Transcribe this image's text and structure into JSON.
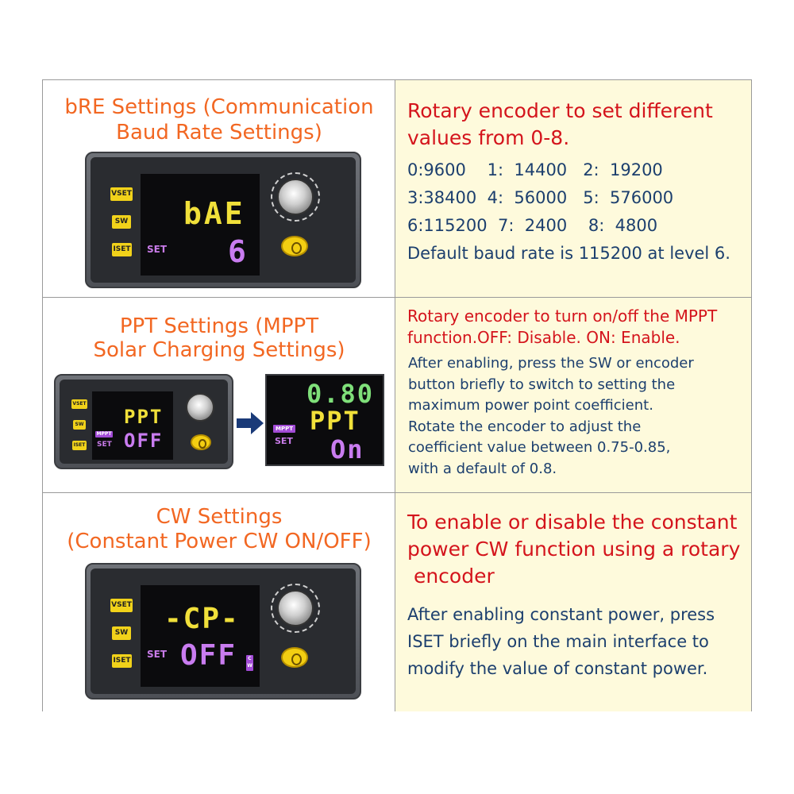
{
  "sections": [
    {
      "title_lines": [
        "bRE Settings (Communication",
        "Baud Rate Settings)"
      ],
      "heading_lines": [
        "Rotary encoder to set different",
        "values from 0-8."
      ],
      "body_lines": [
        "0:9600    1:  14400   2:  19200",
        "3:38400  4:  56000   5:  576000",
        "6:115200  7:  2400    8:  4800",
        "Default baud rate is 115200 at level 6."
      ],
      "device": {
        "buttons": [
          "VSET",
          "SW",
          "ISET"
        ],
        "set_label": "SET",
        "line1": "bAE",
        "line2": "6"
      }
    },
    {
      "title_lines": [
        "PPT Settings (MPPT",
        "Solar Charging Settings)"
      ],
      "heading_lines": [
        "Rotary encoder to turn on/off the MPPT",
        "function.OFF: Disable. ON: Enable."
      ],
      "body_lines": [
        "After enabling, press the SW or encoder",
        "button briefly to switch to setting the",
        "maximum power point coefficient.",
        "Rotate the encoder to adjust the",
        "coefficient value between 0.75-0.85,",
        "with a default of 0.8."
      ],
      "device": {
        "buttons": [
          "VSET",
          "SW",
          "ISET"
        ],
        "mppt_label": "MPPT",
        "set_label": "SET",
        "line1": "PPT",
        "line2": "OFF"
      },
      "zoom_screen": {
        "mppt_label": "MPPT",
        "set_label": "SET",
        "line1": "0.80",
        "line2": "PPT",
        "line3": "On"
      }
    },
    {
      "title_lines": [
        "CW Settings",
        "(Constant Power CW ON/OFF)"
      ],
      "heading_lines": [
        "To enable or disable the constant",
        "power CW function using a rotary",
        " encoder"
      ],
      "body_lines": [
        "After enabling constant power, press",
        "ISET briefly on the main interface to",
        "modify the value of constant power."
      ],
      "device": {
        "buttons": [
          "VSET",
          "SW",
          "ISET"
        ],
        "set_label": "SET",
        "line1": "-CP-",
        "line2": "OFF",
        "cw_label": "CW"
      }
    }
  ],
  "colors": {
    "title": "#f26722",
    "heading": "#d4141c",
    "body": "#1c3f6e",
    "right_panel_bg": "#fefadc",
    "segment_yellow": "#f1e03a",
    "segment_purple": "#c97cf0",
    "segment_green": "#7fe07a"
  }
}
